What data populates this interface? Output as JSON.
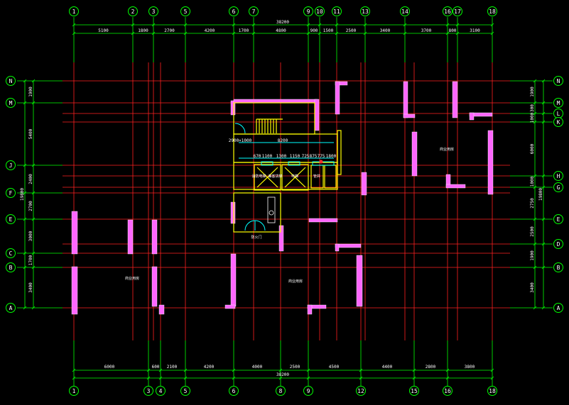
{
  "axes": {
    "top": [
      "1",
      "2",
      "3",
      "5",
      "6",
      "7",
      "9",
      "10",
      "11",
      "13",
      "14",
      "16",
      "17",
      "18"
    ],
    "bottom": [
      "1",
      "3",
      "4",
      "5",
      "6",
      "8",
      "9",
      "12",
      "15",
      "16",
      "18"
    ],
    "left": [
      "N",
      "M",
      "J",
      "F",
      "E",
      "C",
      "B",
      "A"
    ],
    "right": [
      "N",
      "M",
      "L",
      "K",
      "H",
      "G",
      "E",
      "D",
      "B",
      "A"
    ]
  },
  "dimensions": {
    "top_total": "38200",
    "top_segments": [
      "5100",
      "1800",
      "2700",
      "4200",
      "1700",
      "4800",
      "900",
      "1500",
      "2500",
      "3400",
      "3700",
      "800",
      "3100"
    ],
    "bottom_total": "38200",
    "bottom_segments": [
      "6000",
      "600",
      "2100",
      "4200",
      "4000",
      "2500",
      "4500",
      "4400",
      "2800",
      "3800"
    ],
    "left_segments": [
      "1900",
      "5400",
      "2400",
      "2700",
      "3000",
      "1700",
      "3400"
    ],
    "left_total": "19800",
    "right_segments": [
      "1900",
      "300",
      "1000",
      "6000",
      "1000",
      "2750",
      "2500",
      "1900",
      "3400"
    ],
    "right_total": "19800"
  },
  "core": {
    "dims_row1": [
      "8200"
    ],
    "dims_row2": [
      "670",
      "1100",
      "1300",
      "1150",
      "725",
      "875",
      "775",
      "1800"
    ],
    "left_mark": "2900×1000",
    "elevator1": "消防电梯 兼客货梯",
    "elevator2": "电梯",
    "shaft": "管井",
    "bottom_label": "防火门"
  },
  "rooms": {
    "left": "商业用房",
    "center": "商业用房",
    "right": "商业用房"
  },
  "colors": {
    "axis": "#ff2020",
    "dimension": "#00ff00",
    "wall": "#ff66ff",
    "core": "#ffff00",
    "door": "#00ffff"
  }
}
